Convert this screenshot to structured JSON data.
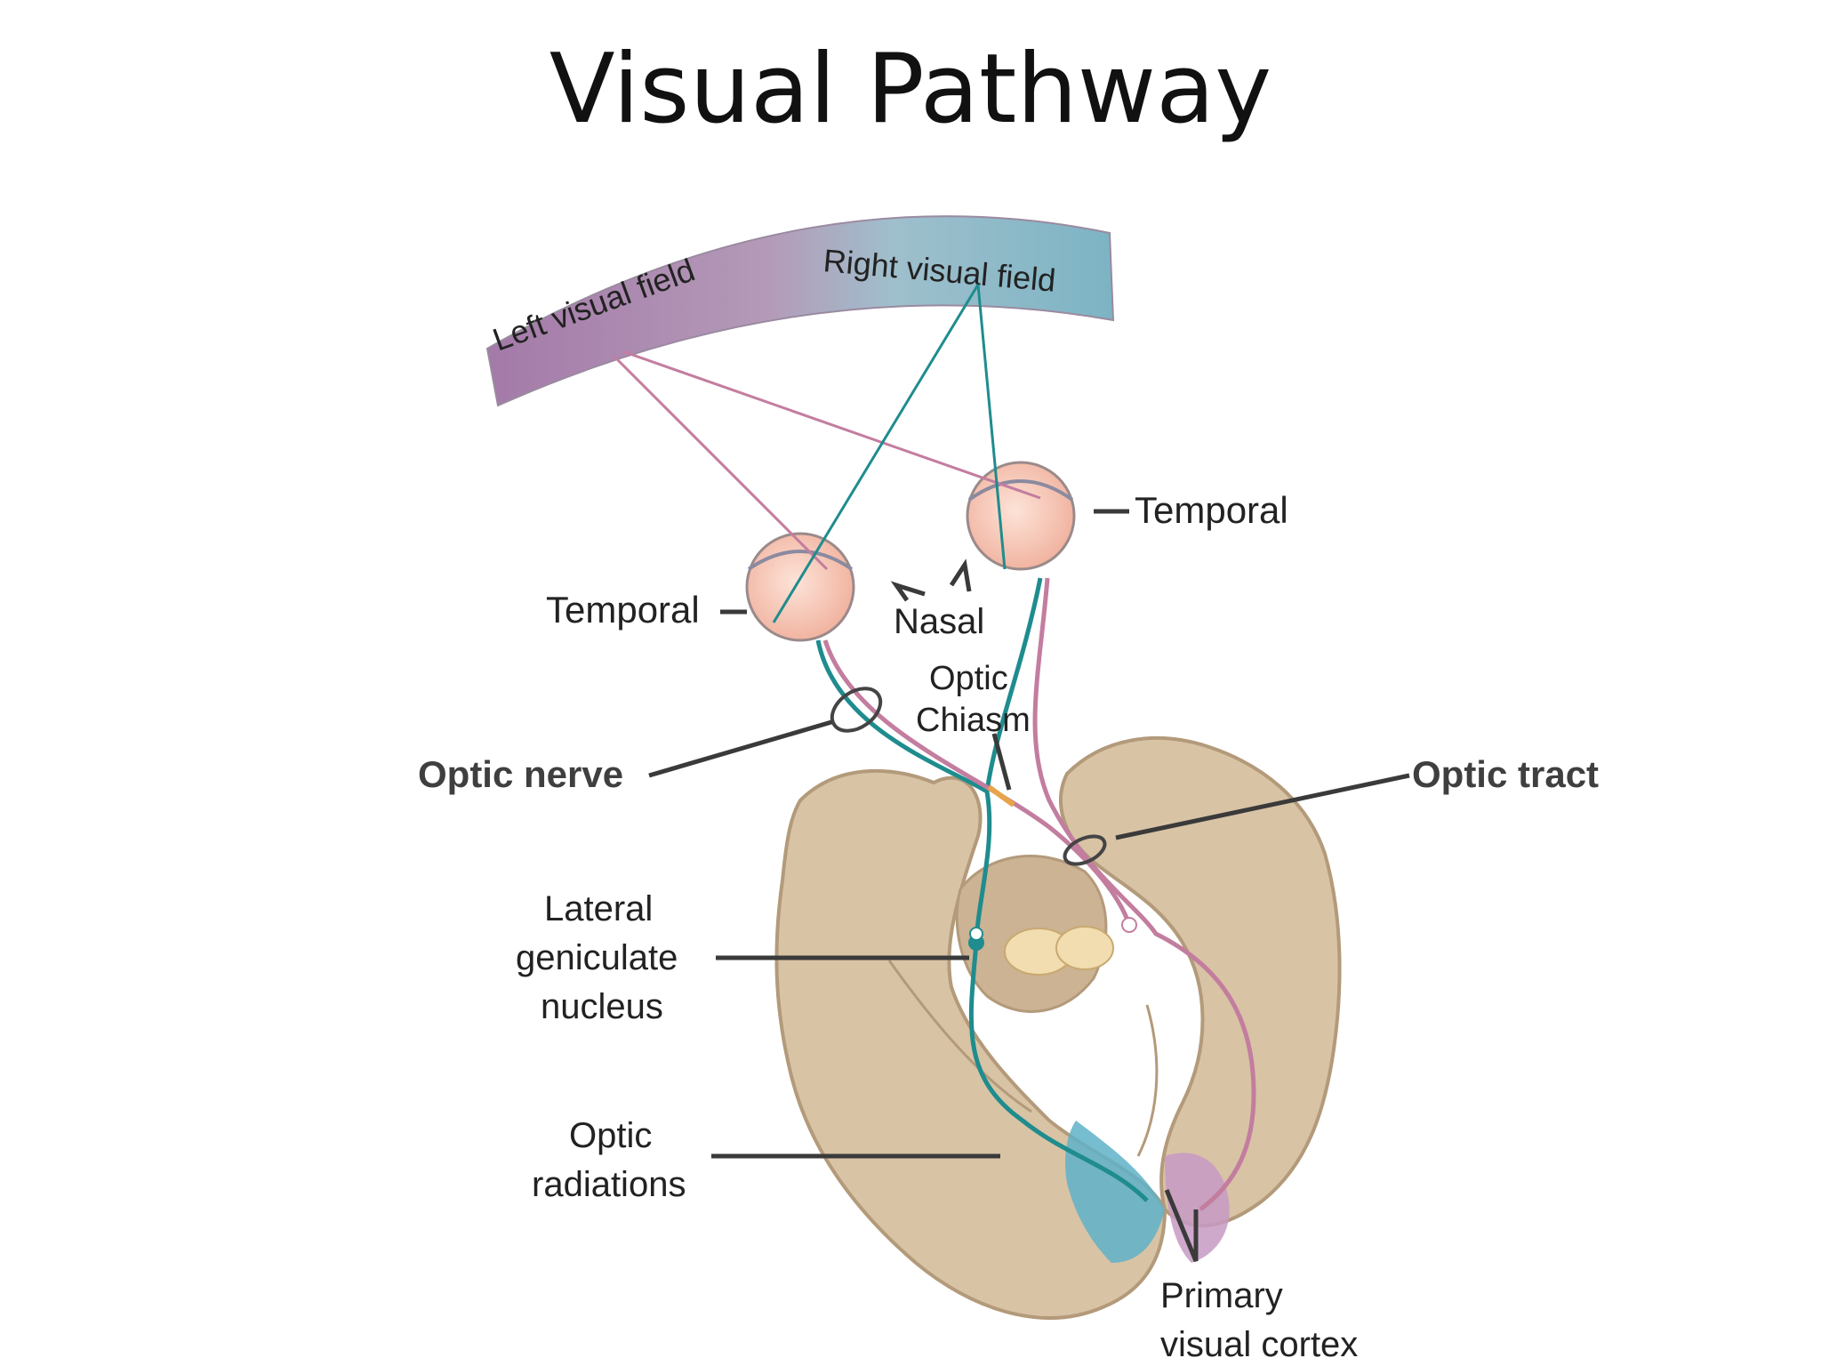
{
  "title": "Visual Pathway",
  "visual_field": {
    "left": "Left visual field",
    "right": "Right visual field"
  },
  "labels": {
    "temporal_left": "Temporal",
    "temporal_right": "Temporal",
    "nasal": "Nasal",
    "optic_chiasm_line1": "Optic",
    "optic_chiasm_line2": "Chiasm",
    "optic_nerve": "Optic nerve",
    "optic_tract": "Optic tract",
    "lgn_line1": "Lateral",
    "lgn_line2": "geniculate",
    "lgn_line3": "nucleus",
    "optic_radiations_line1": "Optic",
    "optic_radiations_line2": "radiations",
    "primary_visual_cortex_line1": "Primary",
    "primary_visual_cortex_line2": "visual cortex"
  },
  "colors": {
    "left_field": "#a47aa8",
    "right_field": "#7cb4c4",
    "brain": "#d8c3a5",
    "brain_dark": "#b39a7a",
    "eye": "#f7c4b2",
    "teal_pathway": "#1f8c8e",
    "pink_pathway": "#c37d9f",
    "leader": "#3a3a3a"
  }
}
